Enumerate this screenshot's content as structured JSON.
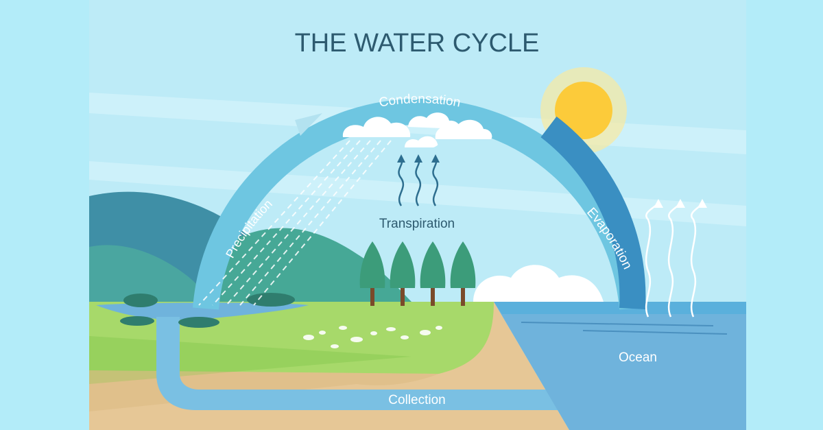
{
  "title": "THE WATER CYCLE",
  "labels": {
    "condensation": "Condensation",
    "evaporation": "Evaporation",
    "precipitation": "Precipitation",
    "transpiration": "Transpiration",
    "collection": "Collection",
    "ocean": "Ocean"
  },
  "colors": {
    "sky_outer": "#b3ecf9",
    "sky_panel": "#bdebf7",
    "arc": "#6ec6e1",
    "arc_dark": "#3a8fc2",
    "title": "#2d5a6f",
    "sun": "#fccb3a",
    "ocean": "#6fb3dc",
    "grass": "#a7d96a",
    "sand": "#e6c796"
  }
}
